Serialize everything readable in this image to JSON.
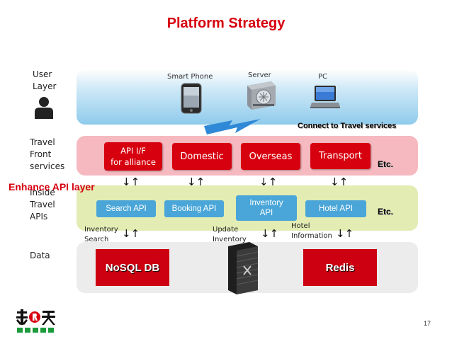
{
  "title": "Platform Strategy",
  "layers": {
    "user": "User\nLayer",
    "front": "Travel\nFront\nservices",
    "inside": "Inside\nTravel\nAPIs",
    "data": "Data"
  },
  "devices": {
    "smartphone": "Smart Phone",
    "server": "Server",
    "pc": "PC"
  },
  "connect_label": "Connect to Travel services",
  "front_services": [
    "API I/F\nfor alliance",
    "Domestic",
    "Overseas",
    "Transport"
  ],
  "front_etc": "Etc.",
  "enhance_label": "Enhance API layer",
  "apis": [
    "Search API",
    "Booking API",
    "Inventory\nAPI",
    "Hotel API"
  ],
  "apis_etc": "Etc.",
  "notes": {
    "inventory_search": "Inventory\nSearch",
    "update_inventory": "Update\nInventory",
    "hotel_information": "Hotel\nInformation"
  },
  "data_stores": {
    "nosql": "NoSQL DB",
    "redis": "Redis"
  },
  "arrow_glyph": "↓↑",
  "page_number": "17",
  "colors": {
    "brand_red": "#d7000f",
    "api_blue": "#4aa6d8",
    "front_band": "#f6b9c0",
    "api_band": "#e2ecb3"
  },
  "icons": [
    "user-silhouette-icon",
    "smartphone-icon",
    "server-icon",
    "laptop-icon",
    "lightning-icon",
    "server-rack-icon",
    "rakuten-logo"
  ]
}
